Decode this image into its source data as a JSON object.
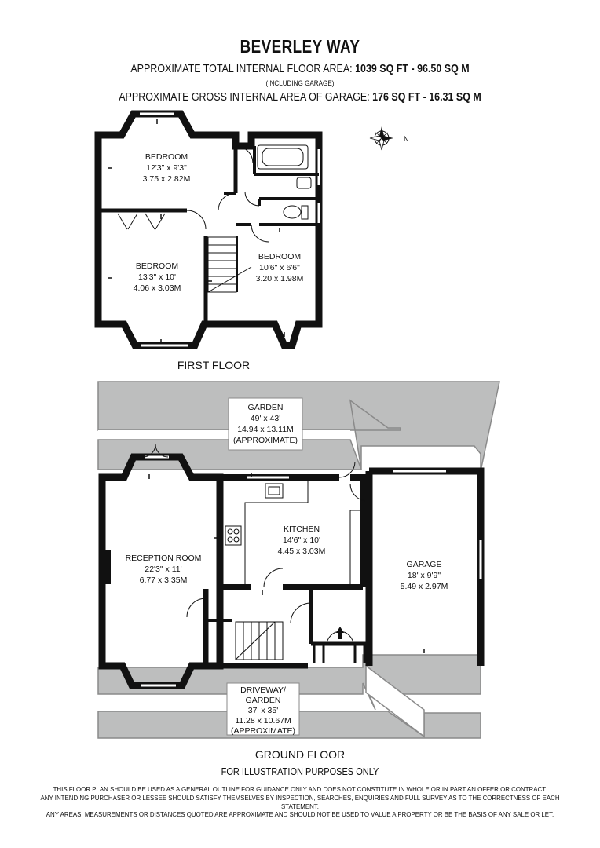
{
  "header": {
    "title": "BEVERLEY WAY",
    "total_area_label": "APPROXIMATE TOTAL INTERNAL FLOOR AREA:",
    "total_area_value": "1039 SQ FT  -  96.50 SQ M",
    "including_note": "(INCLUDING GARAGE)",
    "garage_area_label": "APPROXIMATE GROSS INTERNAL AREA OF GARAGE:",
    "garage_area_value": "176 SQ FT  -  16.31 SQ M"
  },
  "compass": {
    "icon": "compass-rose-icon",
    "direction_label": "N"
  },
  "first_floor": {
    "label": "FIRST FLOOR",
    "rooms": [
      {
        "name": "BEDROOM",
        "imperial": "12'3\" x 9'3\"",
        "metric": "3.75 x 2.82M"
      },
      {
        "name": "BEDROOM",
        "imperial": "13'3\" x 10'",
        "metric": "4.06 x 3.03M"
      },
      {
        "name": "BEDROOM",
        "imperial": "10'6\" x 6'6\"",
        "metric": "3.20 x 1.98M"
      }
    ]
  },
  "ground_floor": {
    "label": "GROUND FLOOR",
    "rooms": [
      {
        "name": "GARDEN",
        "imperial": "49' x 43'",
        "metric": "14.94 x 13.11M",
        "note": "(APPROXIMATE)"
      },
      {
        "name": "KITCHEN",
        "imperial": "14'6\" x 10'",
        "metric": "4.45 x 3.03M"
      },
      {
        "name": "RECEPTION ROOM",
        "imperial": "22'3\" x 11'",
        "metric": "6.77 x 3.35M"
      },
      {
        "name": "GARAGE",
        "imperial": "18' x 9'9\"",
        "metric": "5.49 x 2.97M"
      },
      {
        "name": "DRIVEWAY/",
        "name2": "GARDEN",
        "imperial": "37' x 35'",
        "metric": "11.28 x 10.67M",
        "note": "(APPROXIMATE)"
      }
    ]
  },
  "illustration_note": "FOR ILLUSTRATION PURPOSES ONLY",
  "disclaimer": [
    "THIS FLOOR PLAN SHOULD BE USED AS A GENERAL OUTLINE FOR GUIDANCE ONLY AND DOES NOT CONSTITUTE IN WHOLE OR IN PART AN OFFER OR CONTRACT.",
    "ANY INTENDING PURCHASER OR LESSEE SHOULD SATISFY THEMSELVES BY INSPECTION, SEARCHES, ENQUIRIES AND FULL SURVEY AS TO THE CORRECTNESS OF EACH STATEMENT.",
    "ANY AREAS, MEASUREMENTS OR DISTANCES QUOTED ARE APPROXIMATE AND SHOULD NOT BE USED TO VALUE A PROPERTY OR BE THE BASIS OF ANY SALE OR LET."
  ],
  "colors": {
    "wall": "#111111",
    "garden": "#bdbebe",
    "garden_edge": "#8a8a8a",
    "paper": "#ffffff"
  }
}
